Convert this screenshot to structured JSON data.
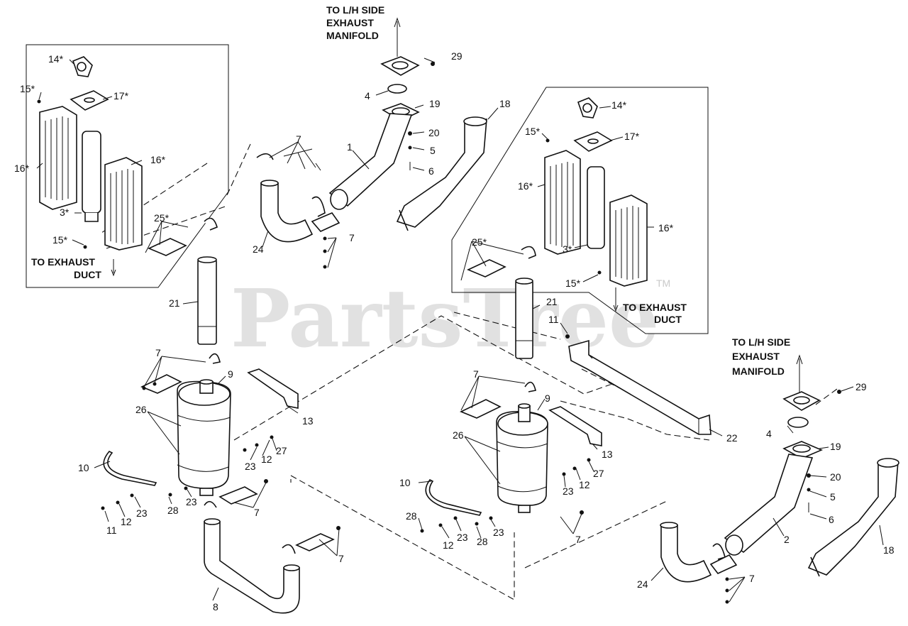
{
  "watermark": {
    "text": "PartsTree",
    "trademark": "TM"
  },
  "notes": {
    "lh_manifold_top": [
      "TO L/H SIDE",
      "EXHAUST",
      "MANIFOLD"
    ],
    "lh_manifold_right": [
      "TO L/H SIDE",
      "EXHAUST",
      "MANIFOLD"
    ],
    "exhaust_duct_left": [
      "TO EXHAUST",
      "DUCT"
    ],
    "exhaust_duct_right": [
      "TO EXHAUST",
      "DUCT"
    ]
  },
  "callouts": [
    {
      "id": "c1",
      "text": "14*"
    },
    {
      "id": "c2",
      "text": "15*"
    },
    {
      "id": "c3",
      "text": "17*"
    },
    {
      "id": "c4",
      "text": "16*"
    },
    {
      "id": "c5",
      "text": "16*"
    },
    {
      "id": "c6",
      "text": "3*"
    },
    {
      "id": "c7",
      "text": "15*"
    },
    {
      "id": "c8",
      "text": "25*"
    },
    {
      "id": "c9",
      "text": "29"
    },
    {
      "id": "c10",
      "text": "4"
    },
    {
      "id": "c11",
      "text": "19"
    },
    {
      "id": "c12",
      "text": "18"
    },
    {
      "id": "c13",
      "text": "20"
    },
    {
      "id": "c14",
      "text": "5"
    },
    {
      "id": "c15",
      "text": "6"
    },
    {
      "id": "c16",
      "text": "1"
    },
    {
      "id": "c17",
      "text": "7"
    },
    {
      "id": "c18",
      "text": "7"
    },
    {
      "id": "c19",
      "text": "24"
    },
    {
      "id": "c20",
      "text": "14*"
    },
    {
      "id": "c21",
      "text": "15*"
    },
    {
      "id": "c22",
      "text": "17*"
    },
    {
      "id": "c23",
      "text": "16*"
    },
    {
      "id": "c24",
      "text": "16*"
    },
    {
      "id": "c25",
      "text": "25*"
    },
    {
      "id": "c26",
      "text": "3*"
    },
    {
      "id": "c27",
      "text": "15*"
    },
    {
      "id": "c28",
      "text": "21"
    },
    {
      "id": "c29",
      "text": "21"
    },
    {
      "id": "c30",
      "text": "11"
    },
    {
      "id": "c31",
      "text": "7"
    },
    {
      "id": "c32",
      "text": "9"
    },
    {
      "id": "c33",
      "text": "26"
    },
    {
      "id": "c34",
      "text": "13"
    },
    {
      "id": "c35",
      "text": "10"
    },
    {
      "id": "c36",
      "text": "27"
    },
    {
      "id": "c37",
      "text": "23"
    },
    {
      "id": "c38",
      "text": "12"
    },
    {
      "id": "c39",
      "text": "28"
    },
    {
      "id": "c40",
      "text": "23"
    },
    {
      "id": "c41",
      "text": "7"
    },
    {
      "id": "c42",
      "text": "11"
    },
    {
      "id": "c43",
      "text": "12"
    },
    {
      "id": "c44",
      "text": "23"
    },
    {
      "id": "c45",
      "text": "7"
    },
    {
      "id": "c46",
      "text": "8"
    },
    {
      "id": "c47",
      "text": "7"
    },
    {
      "id": "c48",
      "text": "9"
    },
    {
      "id": "c49",
      "text": "26"
    },
    {
      "id": "c50",
      "text": "13"
    },
    {
      "id": "c51",
      "text": "22"
    },
    {
      "id": "c52",
      "text": "10"
    },
    {
      "id": "c53",
      "text": "27"
    },
    {
      "id": "c54",
      "text": "23"
    },
    {
      "id": "c55",
      "text": "12"
    },
    {
      "id": "c56",
      "text": "28"
    },
    {
      "id": "c57",
      "text": "12"
    },
    {
      "id": "c58",
      "text": "23"
    },
    {
      "id": "c59",
      "text": "28"
    },
    {
      "id": "c60",
      "text": "23"
    },
    {
      "id": "c61",
      "text": "7"
    },
    {
      "id": "c62",
      "text": "29"
    },
    {
      "id": "c63",
      "text": "4"
    },
    {
      "id": "c64",
      "text": "19"
    },
    {
      "id": "c65",
      "text": "20"
    },
    {
      "id": "c66",
      "text": "5"
    },
    {
      "id": "c67",
      "text": "6"
    },
    {
      "id": "c68",
      "text": "2"
    },
    {
      "id": "c69",
      "text": "18"
    },
    {
      "id": "c70",
      "text": "24"
    },
    {
      "id": "c71",
      "text": "7"
    }
  ]
}
